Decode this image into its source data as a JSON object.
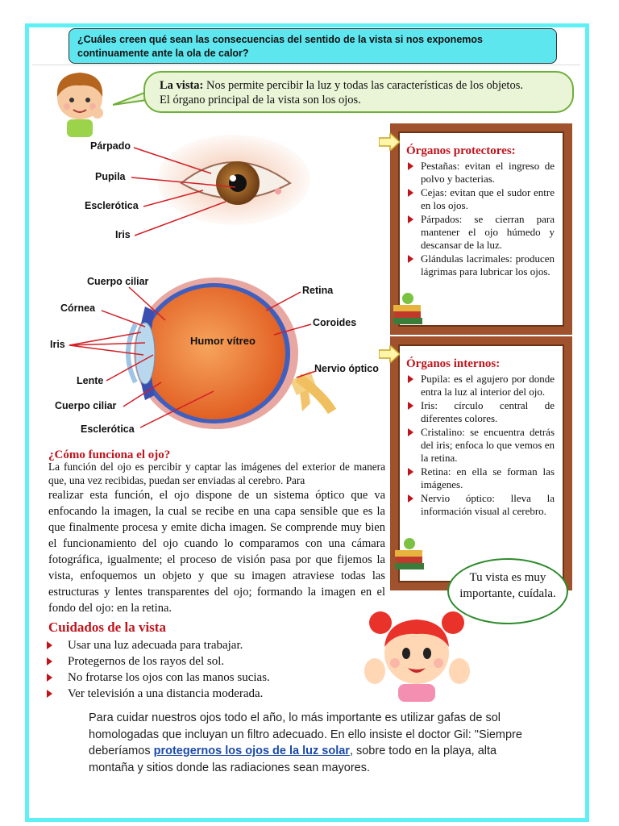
{
  "question": "¿Cuáles creen qué sean las consecuencias del sentido de la vista si nos exponemos continuamente ante la ola de calor?",
  "definition": {
    "term": "La vista:",
    "line1": "Nos permite percibir la luz y todas las características de los objetos.",
    "line2": "El órgano principal de la vista son los ojos."
  },
  "eye_external_labels": [
    "Párpado",
    "Pupila",
    "Esclerótica",
    "Iris"
  ],
  "eye_cross_labels": {
    "cuerpo_ciliar_top": "Cuerpo ciliar",
    "cornea": "Córnea",
    "iris": "Iris",
    "lente": "Lente",
    "cuerpo_ciliar_bottom": "Cuerpo ciliar",
    "esclerotica": "Esclerótica",
    "retina": "Retina",
    "coroides": "Coroides",
    "nervio_optico": "Nervio óptico",
    "humor_vitreo": "Humor vítreo"
  },
  "protectores": {
    "title": "Órganos protectores:",
    "items": [
      "Pestañas: evitan el ingreso de polvo y bacterias.",
      "Cejas: evitan que el sudor entre en los ojos.",
      "Párpados: se cierran para mantener el ojo húmedo y descansar de la luz.",
      "Glándulas lacrimales: producen lágrimas para lubricar los ojos."
    ]
  },
  "internos": {
    "title": "Órganos internos:",
    "items": [
      "Pupila: es el agujero por donde entra la luz al interior del ojo.",
      "Iris: círculo central de diferentes colores.",
      "Cristalino: se encuentra detrás del iris; enfoca lo que vemos en la retina.",
      "Retina: en ella se forman las imágenes.",
      "Nervio óptico: lleva la información visual al cerebro."
    ]
  },
  "how": {
    "title": "¿Cómo funciona el ojo?",
    "intro": "La función del ojo es percibir y captar las imágenes del exterior de manera que, una vez recibidas, puedan ser enviadas al cerebro. Para",
    "body": "realizar esta función, el ojo dispone de un sistema óptico que va enfocando la imagen, la cual se recibe en una capa sensible que es la que finalmente procesa y emite dicha imagen. Se comprende muy bien el funcionamiento del ojo cuando lo comparamos con una cámara fotográfica, igualmente; el proceso de visión pasa por que fijemos la vista, enfoquemos un objeto y que su imagen atraviese todas las estructuras y lentes transparentes del ojo; formando la imagen en el fondo del ojo: en la retina."
  },
  "care": {
    "title": "Cuidados de la vista",
    "items": [
      "Usar una luz adecuada para trabajar.",
      "Protegernos de los rayos del sol.",
      "No frotarse los ojos con las manos sucias.",
      "Ver televisión a una distancia moderada."
    ]
  },
  "bubble_care": "Tu vista es muy importante, cuídala.",
  "bottom": {
    "before": "Para cuidar nuestros ojos todo el año, lo más importante es utilizar gafas de sol homologadas que incluyan un filtro adecuado. En ello insiste el doctor Gil: \"Siempre deberíamos ",
    "link": "protegernos los ojos de la luz solar",
    "after": ", sobre todo en la playa, alta montaña y sitios donde las radiaciones sean mayores."
  }
}
